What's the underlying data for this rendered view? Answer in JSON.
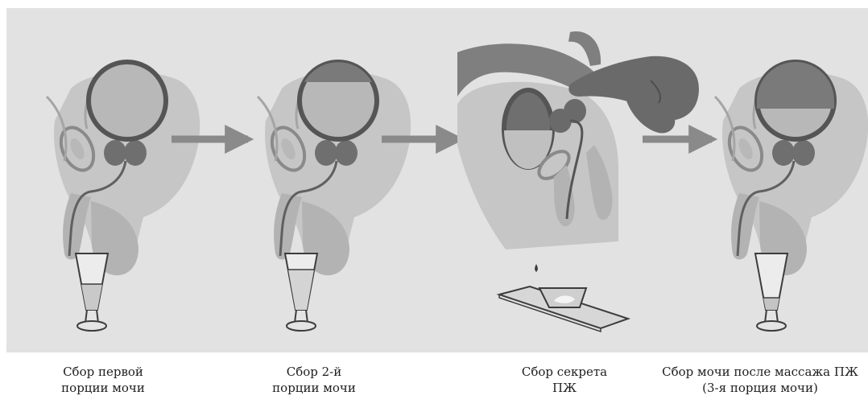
{
  "steps": [
    {
      "caption_line1": "Сбор первой",
      "caption_line2": "порции мочи"
    },
    {
      "caption_line1": "Сбор 2-й",
      "caption_line2": "порции мочи"
    },
    {
      "caption_line1": "Сбор секрета",
      "caption_line2": "ПЖ"
    },
    {
      "caption_line1": "Сбор мочи после массажа ПЖ",
      "caption_line2": "(3-я порция мочи)"
    }
  ],
  "colors": {
    "background": "#e2e2e2",
    "body": "#c6c6c6",
    "organ": "#a9a9a9",
    "bladder_wall": "#555555",
    "urine_dark": "#7a7a7a",
    "prostate": "#6f6f6f",
    "arrow": "#8a8a8a",
    "hand": "#6a6a6a"
  }
}
